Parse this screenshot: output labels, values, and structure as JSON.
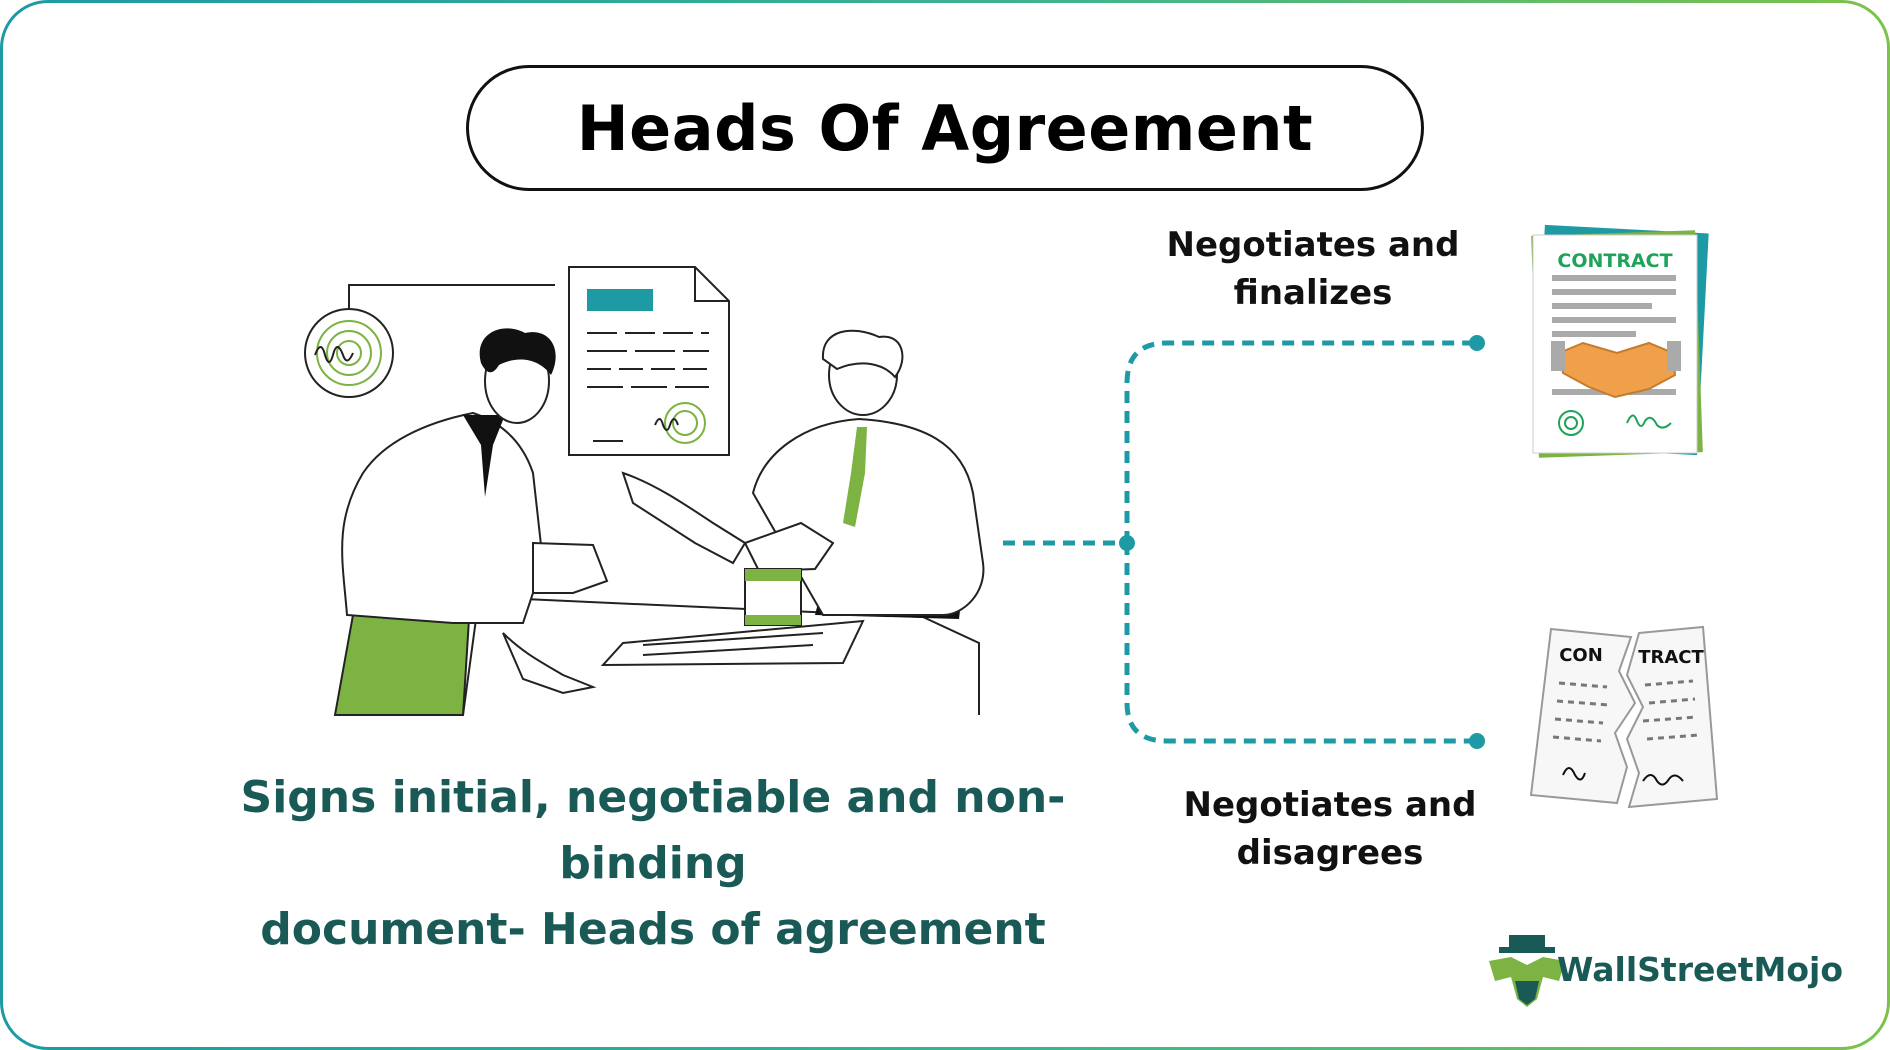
{
  "title": "Heads Of Agreement",
  "caption_line1": "Signs initial, negotiable and non-binding",
  "caption_line2": "document- Heads of agreement",
  "branch_top": {
    "label_line1": "Negotiates and",
    "label_line2": "finalizes",
    "doc_label": "CONTRACT"
  },
  "branch_bottom": {
    "label_line1": "Negotiates and",
    "label_line2": "disagrees",
    "doc_label_left": "CON",
    "doc_label_right": "TRACT"
  },
  "brand": "WallStreetMojo",
  "colors": {
    "teal": "#1d9aa3",
    "dark_teal": "#1a5a56",
    "green": "#7cb342",
    "contract_green": "#1fa35a"
  }
}
